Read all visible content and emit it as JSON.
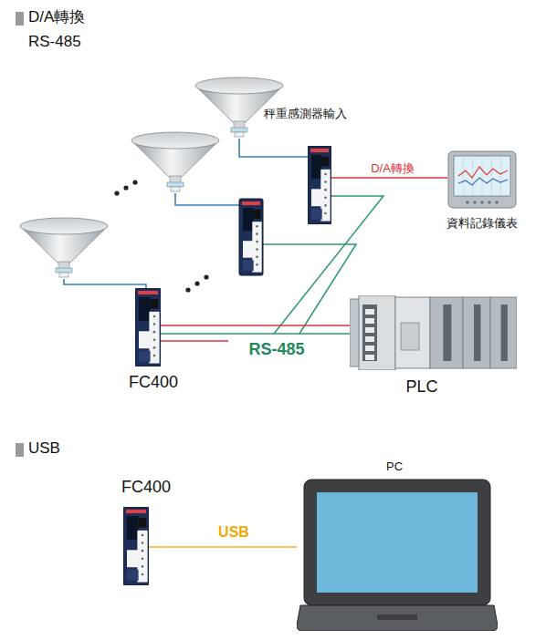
{
  "diagram": {
    "nodes": [
      {
        "text": [
          "秤重感測器輸入"
        ]
      },
      {
        "text": [
          "資料記錄儀表"
        ]
      },
      {
        "text": [
          "FC400"
        ]
      },
      {
        "text": [
          "PLC"
        ]
      },
      {
        "text": [
          "FC400"
        ]
      },
      {
        "text": [
          "PC"
        ]
      }
    ],
    "edges": [
      {
        "from": 0,
        "to": 1,
        "label": "D/A轉換",
        "arrow": "none"
      },
      {
        "from": 2,
        "to": 3,
        "label": "RS-485",
        "arrow": "none"
      },
      {
        "from": 4,
        "to": 5,
        "label": "USB",
        "arrow": "none"
      }
    ],
    "labels": [
      "D/A轉換",
      "RS-485",
      "USB"
    ]
  }
}
